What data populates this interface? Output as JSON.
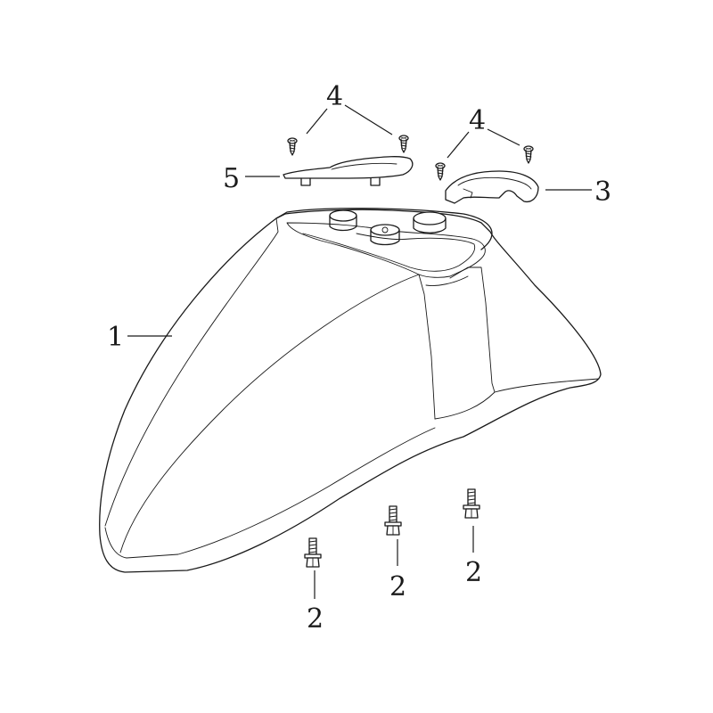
{
  "diagram": {
    "callouts": {
      "c1": "1",
      "c2a": "2",
      "c2b": "2",
      "c2c": "2",
      "c3": "3",
      "c4a": "4",
      "c4b": "4",
      "c5": "5"
    }
  },
  "colors": {
    "line": "#1a1a1a",
    "background": "#ffffff"
  }
}
